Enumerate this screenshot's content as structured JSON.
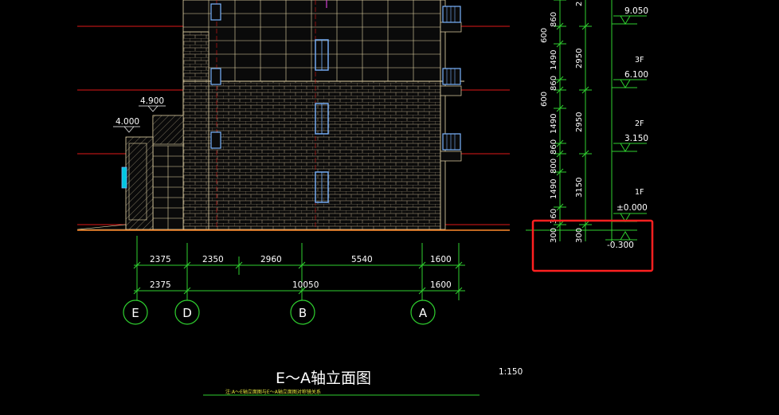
{
  "drawing": {
    "title": "E～A轴立面图",
    "scale": "1:150",
    "note": "注:A～E轴立面图与E～A轴立面图对称镜关系",
    "colors": {
      "grid_red": "#e01818",
      "dim_green": "#2fd12f",
      "highlight_red": "#ff2020",
      "window_blue": "#7ab4ff"
    }
  },
  "levels_left": {
    "roof_annex": "4.900",
    "canopy": "4.000"
  },
  "dims_row1": [
    "2375",
    "2350",
    "2960",
    "5540",
    "1600"
  ],
  "dims_row2": [
    "2375",
    "10050",
    "1600"
  ],
  "axes": [
    "E",
    "D",
    "B",
    "A"
  ],
  "vertical_dims_col1": [
    "860",
    "600",
    "1490",
    "860",
    "600",
    "1490",
    "860",
    "800",
    "1490",
    "360",
    "300"
  ],
  "vertical_dims_col2": [
    "2",
    "2950",
    "2950",
    "3150",
    "300"
  ],
  "elevations": [
    "9.050",
    "6.100",
    "3.150",
    "±0.000",
    "-0.300"
  ],
  "floors": [
    "3F",
    "2F",
    "1F"
  ]
}
